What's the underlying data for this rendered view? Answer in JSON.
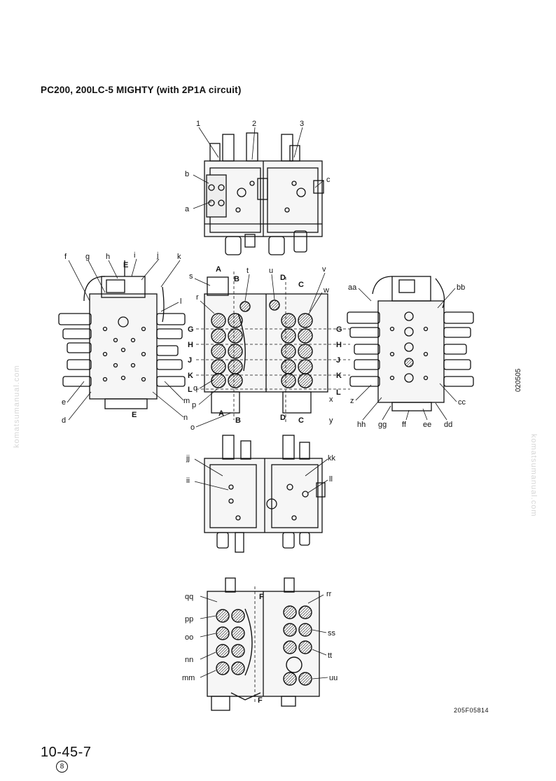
{
  "title": "PC200, 200LC-5  MIGHTY (with 2P1A circuit)",
  "page_number": "10-45-7",
  "revision": "8",
  "drawing_number": "205F05814",
  "side_code": "020505",
  "watermark": "komatsumanual.com",
  "views": {
    "top": {
      "labels": [
        "1",
        "2",
        "3",
        "b",
        "c",
        "a"
      ]
    },
    "left": {
      "labels": [
        "f",
        "g",
        "h",
        "i",
        "j",
        "k",
        "l",
        "E",
        "e",
        "d",
        "m",
        "n",
        "E"
      ]
    },
    "center": {
      "labels": [
        "A",
        "s",
        "t",
        "u",
        "D",
        "C",
        "v",
        "r",
        "w",
        "B",
        "G",
        "G",
        "H",
        "H",
        "J",
        "J",
        "K",
        "K",
        "L",
        "L",
        "q",
        "p",
        "o",
        "A",
        "B",
        "D",
        "C",
        "x",
        "y"
      ]
    },
    "right": {
      "labels": [
        "aa",
        "bb",
        "z",
        "cc",
        "hh",
        "gg",
        "ff",
        "ee",
        "dd"
      ]
    },
    "lower": {
      "labels": [
        "jj",
        "kk",
        "ii",
        "ll"
      ]
    },
    "bottom": {
      "labels": [
        "qq",
        "F",
        "rr",
        "pp",
        "ss",
        "oo",
        "nn",
        "tt",
        "mm",
        "uu",
        "F"
      ]
    }
  }
}
